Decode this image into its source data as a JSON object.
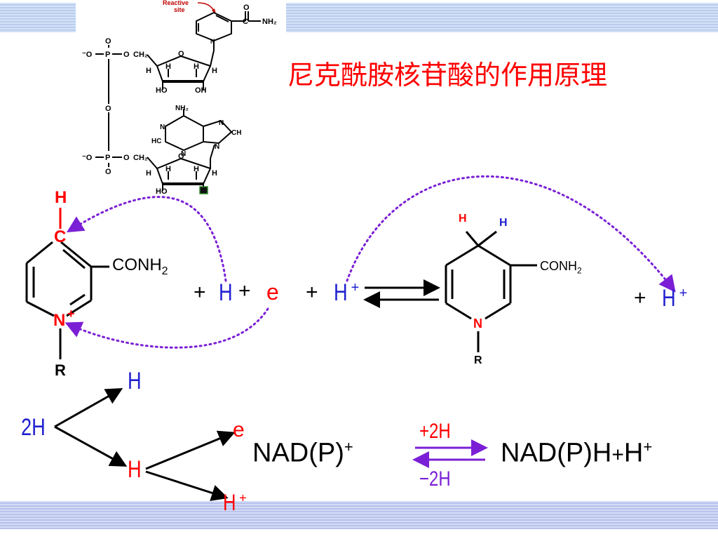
{
  "title": "尼克酰胺核苷酸的作用原理",
  "structure_labels": {
    "reactive_site_line1": "Reactive",
    "reactive_site_line2": "site",
    "nh2_top": "NH₂",
    "o_amide": "O",
    "c_amide": "C",
    "phosphate_o_minus": "⁻O",
    "p": "P",
    "o": "O",
    "ch2": "CH₂",
    "h": "H",
    "ho": "HO",
    "oh": "OH",
    "adenine_nh2": "NH₂",
    "n": "N",
    "ch": "CH",
    "hc": "HC"
  },
  "left_ring": {
    "h_top": "H",
    "c": "C",
    "conh2": "CONH",
    "conh2_sub": "2",
    "n": "N",
    "n_charge": "+",
    "r": "R"
  },
  "reaction": {
    "plus1": "+",
    "h": "H",
    "plus2": "+",
    "e": "e",
    "plus3": "+",
    "h_plus": "H",
    "h_plus_charge": "+",
    "plus_right": "+",
    "h_plus_right": "H",
    "h_plus_right_charge": "+"
  },
  "right_ring": {
    "h_left": "H",
    "h_right": "H",
    "conh2": "CONH",
    "conh2_sub": "2",
    "n": "N",
    "r": "R"
  },
  "split": {
    "two_h": "2H",
    "h_upper": "H",
    "h_middle": "H",
    "e": "e",
    "h_plus": "H",
    "h_plus_charge": "+"
  },
  "equation": {
    "nadp": "NAD(P)",
    "nadp_charge": "+",
    "forward": "+2H",
    "backward": "−2H",
    "nadph": "NAD(P)H",
    "plus": "+",
    "h": "H",
    "h_charge": "+"
  }
}
